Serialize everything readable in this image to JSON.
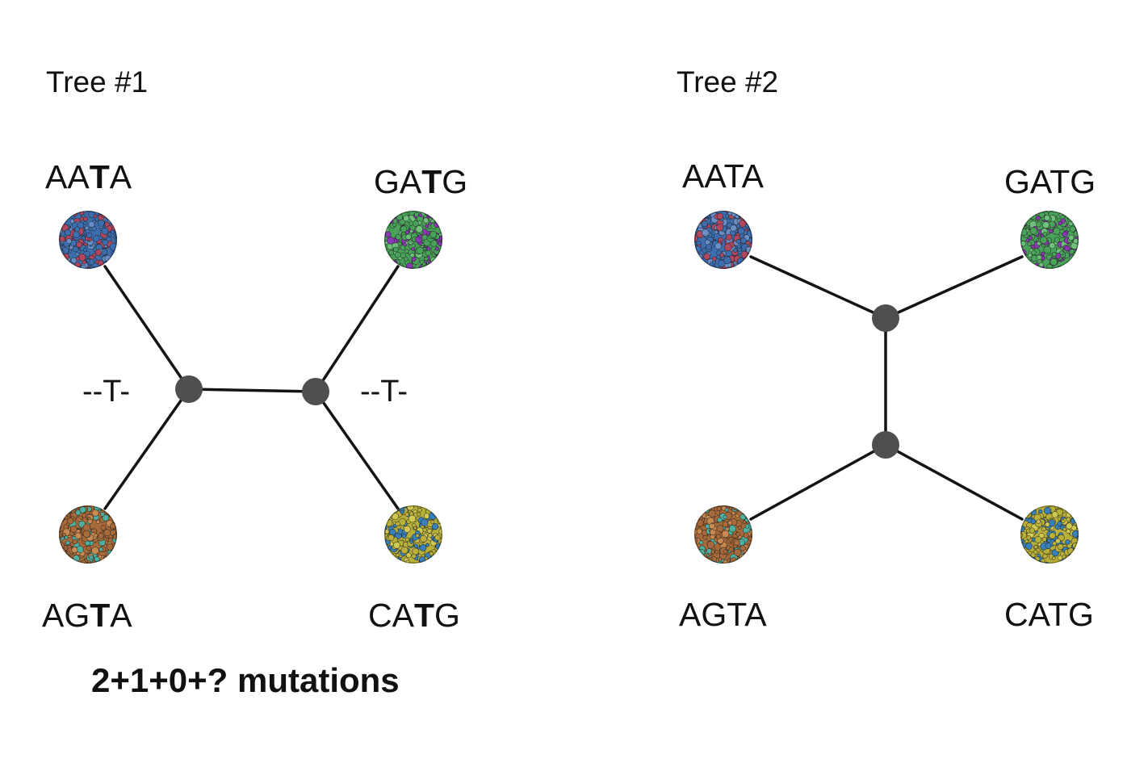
{
  "trees": [
    {
      "title": "Tree #1",
      "leaves": [
        {
          "pre": "AA",
          "hl": "T",
          "post": "A",
          "colors": [
            "#3d6fb0",
            "#b0475e",
            "#6a8fc8"
          ]
        },
        {
          "pre": "GA",
          "hl": "T",
          "post": "G",
          "colors": [
            "#4aa35a",
            "#8a3ab0",
            "#6ec07a"
          ]
        },
        {
          "pre": "AG",
          "hl": "T",
          "post": "A",
          "colors": [
            "#a86a3a",
            "#4fb0a0",
            "#c88a50"
          ]
        },
        {
          "pre": "CA",
          "hl": "T",
          "post": "G",
          "colors": [
            "#b8b03a",
            "#3a80b8",
            "#d0c850"
          ]
        }
      ],
      "ancestors": [
        "--T-",
        "--T-"
      ],
      "mutation_count": "2+1+0+? mutations"
    },
    {
      "title": "Tree #2",
      "leaves": [
        {
          "pre": "AATA",
          "hl": "",
          "post": "",
          "colors": [
            "#3d6fb0",
            "#b0475e",
            "#6a8fc8"
          ]
        },
        {
          "pre": "GATG",
          "hl": "",
          "post": "",
          "colors": [
            "#4aa35a",
            "#8a3ab0",
            "#6ec07a"
          ]
        },
        {
          "pre": "AGTA",
          "hl": "",
          "post": "",
          "colors": [
            "#a86a3a",
            "#4fb0a0",
            "#c88a50"
          ]
        },
        {
          "pre": "CATG",
          "hl": "",
          "post": "",
          "colors": [
            "#b8b03a",
            "#3a80b8",
            "#d0c850"
          ]
        }
      ]
    }
  ]
}
